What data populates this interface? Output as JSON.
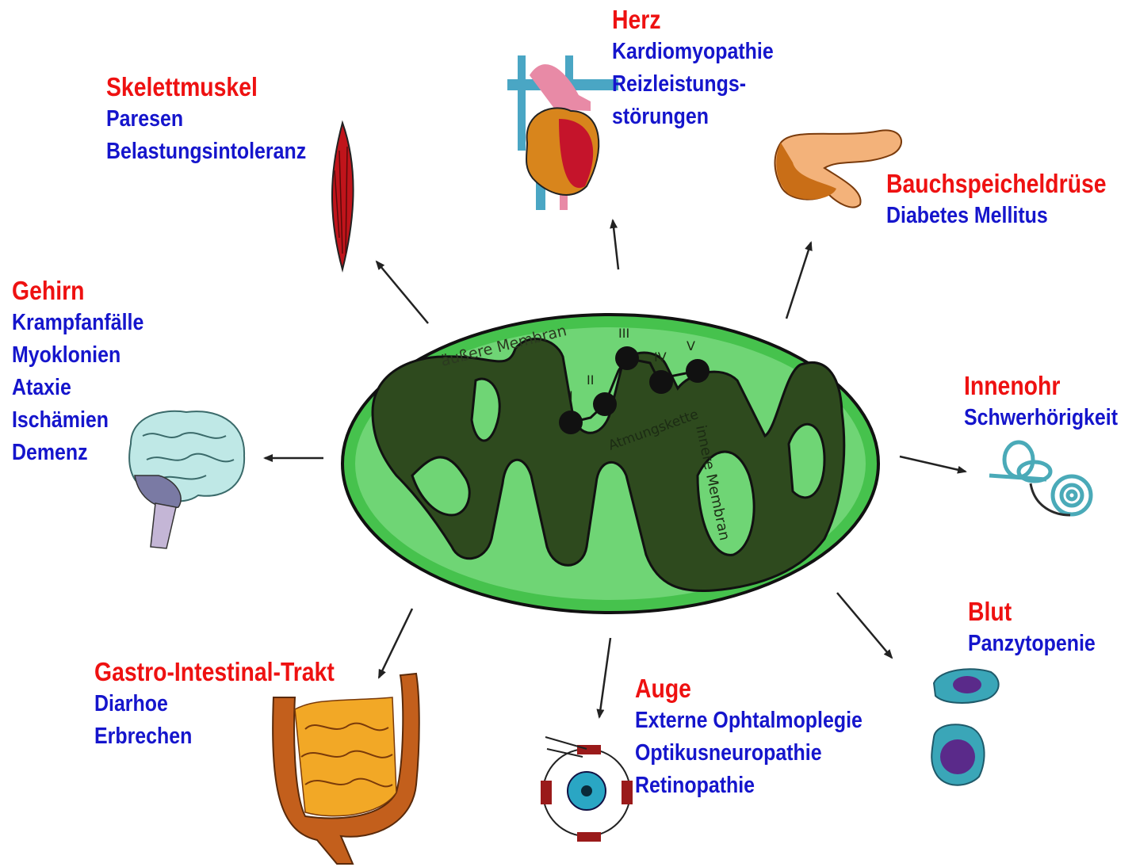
{
  "mitochondrion": {
    "outer_membrane": "äußere Membran",
    "inner_membrane": "innere Membran",
    "respiratory_chain": "Atmungskette",
    "complexes": [
      "I",
      "II",
      "III",
      "IV",
      "V"
    ]
  },
  "organs": [
    {
      "id": "skelettmuskel",
      "title": "Skelettmuskel",
      "items": [
        "Paresen",
        "Belastungsintoleranz"
      ],
      "icon": "muscle-icon"
    },
    {
      "id": "herz",
      "title": "Herz",
      "items": [
        "Kardiomyopathie",
        "Reizleistungs-",
        "störungen"
      ],
      "icon": "heart-icon"
    },
    {
      "id": "bauchspeicheldruese",
      "title": "Bauchspeicheldrüse",
      "items": [
        "Diabetes Mellitus"
      ],
      "icon": "pancreas-icon"
    },
    {
      "id": "gehirn",
      "title": "Gehirn",
      "items": [
        "Krampfanfälle",
        "Myoklonien",
        "Ataxie",
        "Ischämien",
        "Demenz"
      ],
      "icon": "brain-icon"
    },
    {
      "id": "innenohr",
      "title": "Innenohr",
      "items": [
        "Schwerhörigkeit"
      ],
      "icon": "inner-ear-icon"
    },
    {
      "id": "blut",
      "title": "Blut",
      "items": [
        "Panzytopenie"
      ],
      "icon": "blood-cells-icon"
    },
    {
      "id": "gastro",
      "title": "Gastro-Intestinal-Trakt",
      "items": [
        "Diarhoe",
        "Erbrechen"
      ],
      "icon": "intestine-icon"
    },
    {
      "id": "auge",
      "title": "Auge",
      "items": [
        "Externe Ophtalmoplegie",
        "Optikusneuropathie",
        "Retinopathie"
      ],
      "icon": "eye-icon"
    }
  ],
  "colors": {
    "title": "#ee1111",
    "item": "#1515cc",
    "outer": "#48c24f",
    "inner_space": "#86dc8b",
    "matrix": "#2f4a1e"
  }
}
